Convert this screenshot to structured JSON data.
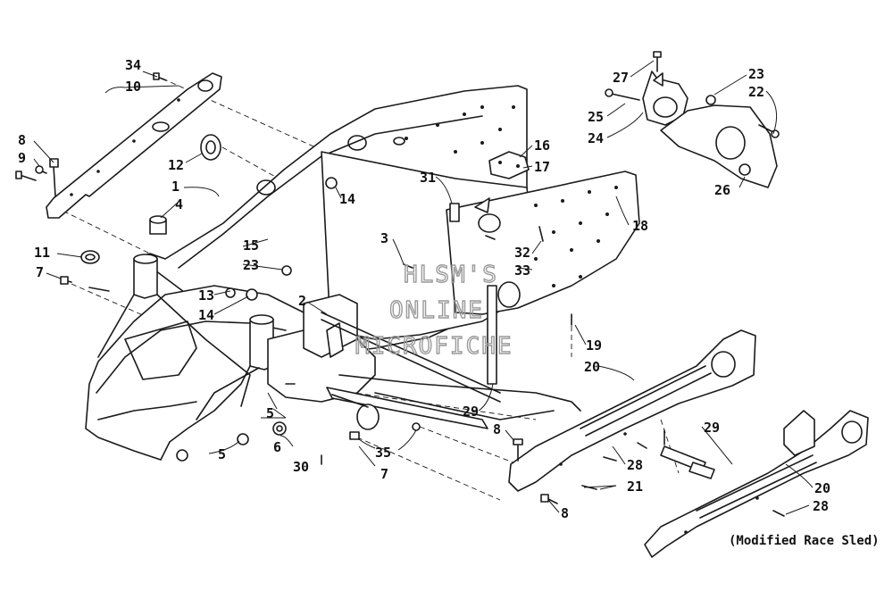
{
  "diagram": {
    "callouts": [
      "34",
      "10",
      "8",
      "9",
      "12",
      "1",
      "4",
      "11",
      "7",
      "15",
      "23",
      "13",
      "14",
      "2",
      "5",
      "6",
      "30",
      "35",
      "7",
      "14",
      "3",
      "31",
      "16",
      "17",
      "18",
      "32",
      "33",
      "19",
      "20",
      "29",
      "8",
      "28",
      "21",
      "8",
      "27",
      "25",
      "24",
      "23",
      "22",
      "26",
      "29",
      "20",
      "28",
      "5"
    ],
    "caption": "(Modified Race Sled)",
    "watermark": [
      "HLSM'S",
      "ONLINE",
      "MICROFICHE"
    ]
  },
  "colors": {
    "line": "#1a1a1a",
    "background": "#ffffff",
    "watermark": "#9a9a9a"
  }
}
